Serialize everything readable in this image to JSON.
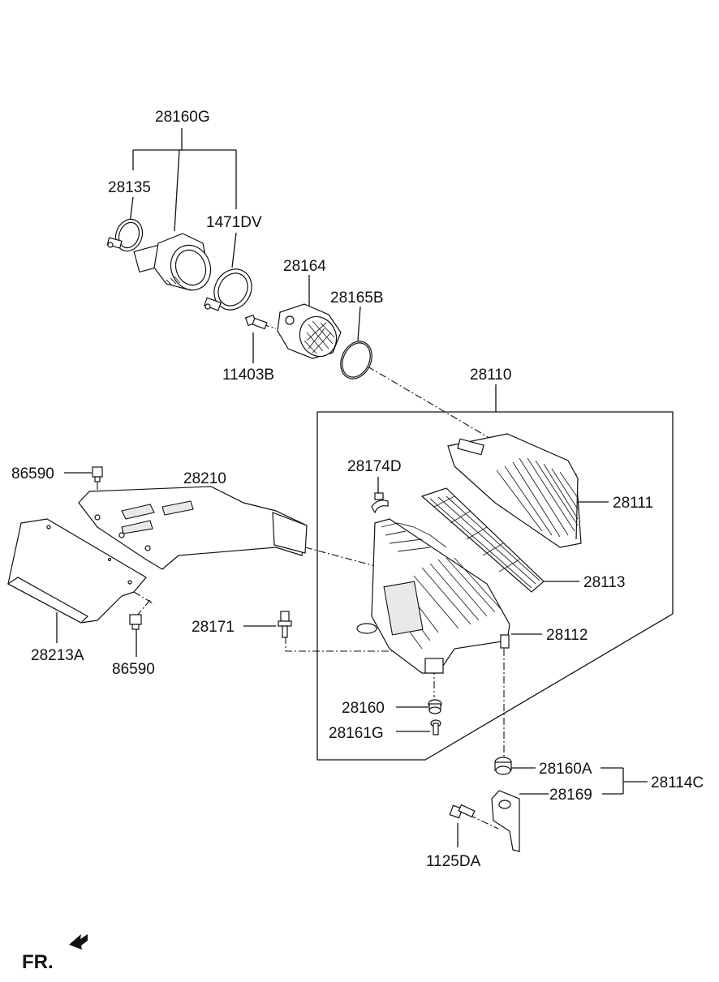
{
  "labels": {
    "p28160G": "28160G",
    "p28135": "28135",
    "p1471DV": "1471DV",
    "p28164": "28164",
    "p28165B": "28165B",
    "p11403B": "11403B",
    "p28110": "28110",
    "p28174D": "28174D",
    "p28111": "28111",
    "p86590_top": "86590",
    "p28210": "28210",
    "p28113": "28113",
    "p28171": "28171",
    "p28112": "28112",
    "p28213A": "28213A",
    "p86590_bottom": "86590",
    "p28160": "28160",
    "p28161G": "28161G",
    "p28160A": "28160A",
    "p28114C": "28114C",
    "p28169": "28169",
    "p1125DA": "1125DA"
  },
  "direction": {
    "label": "FR."
  }
}
